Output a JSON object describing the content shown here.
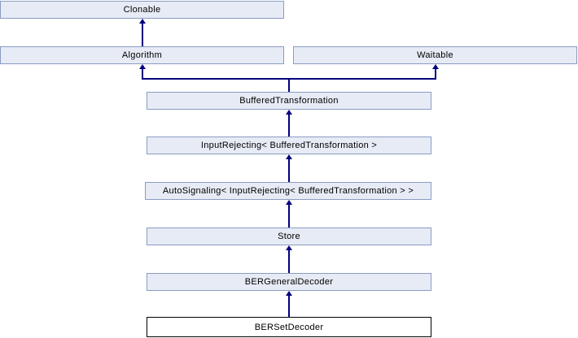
{
  "diagram_type": "class-inheritance-diagram",
  "nodes": [
    {
      "label": "Clonable"
    },
    {
      "label": "Algorithm"
    },
    {
      "label": "Waitable"
    },
    {
      "label": "BufferedTransformation"
    },
    {
      "label": "InputRejecting< BufferedTransformation >"
    },
    {
      "label": "AutoSignaling< InputRejecting< BufferedTransformation > >"
    },
    {
      "label": "Store"
    },
    {
      "label": "BERGeneralDecoder"
    },
    {
      "label": "BERSetDecoder"
    }
  ],
  "highlighted_node": "BERSetDecoder",
  "edges": [
    {
      "from": "Algorithm",
      "to": "Clonable"
    },
    {
      "from": "BufferedTransformation",
      "to": "Algorithm"
    },
    {
      "from": "BufferedTransformation",
      "to": "Waitable"
    },
    {
      "from": "InputRejecting< BufferedTransformation >",
      "to": "BufferedTransformation"
    },
    {
      "from": "AutoSignaling< InputRejecting< BufferedTransformation > >",
      "to": "InputRejecting< BufferedTransformation >"
    },
    {
      "from": "Store",
      "to": "AutoSignaling< InputRejecting< BufferedTransformation > >"
    },
    {
      "from": "BERGeneralDecoder",
      "to": "Store"
    },
    {
      "from": "BERSetDecoder",
      "to": "BERGeneralDecoder"
    }
  ],
  "colors": {
    "node_fill": "#e7ebf5",
    "node_border": "#8a9cc2",
    "arrow": "#00007e",
    "highlight_fill": "#ffffff",
    "highlight_border": "#000000",
    "text": "#000000",
    "background": "#ffffff"
  }
}
